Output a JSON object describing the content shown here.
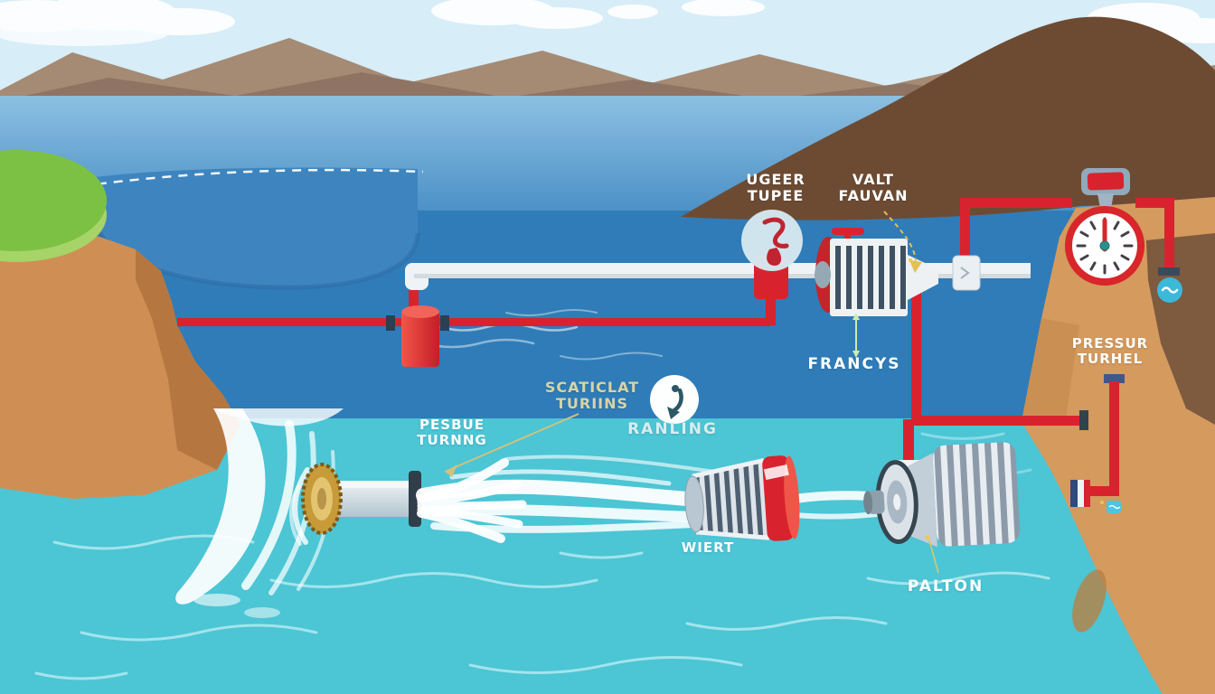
{
  "labels": {
    "upper_pipe": {
      "line1": "UGEER",
      "line2": "TUPEE"
    },
    "valve": {
      "line1": "VALT",
      "line2": "FAUVAN"
    },
    "francis_turbine": {
      "text": "FRANCYS"
    },
    "scaticlat_turbines": {
      "line1": "SCATICLAT",
      "line2": "TURIINS"
    },
    "pressure_turbine": {
      "line1": "PESBUE",
      "line2": "TURNNG"
    },
    "ranling": {
      "text": "RANLING"
    },
    "wiert": {
      "text": "WIERT"
    },
    "pelton_turbine": {
      "text": "PALTON"
    },
    "pressure_tunnel": {
      "line1": "PRESSUR",
      "line2": "TURHEL"
    }
  },
  "icons": {
    "reservoir_marker": "red-squiggle-icon",
    "flow_marker": "down-arrow-circle-icon",
    "gauge": "pressure-gauge-icon",
    "wave_marker": "wave-circle-icon",
    "outlet_marker": "wave-square-icon"
  },
  "colors": {
    "pipe_red": "#d8232e",
    "deep_water": "#2f7cb8",
    "lake_blue": "#4a8fc5",
    "tailwater": "#4cc5d5",
    "hill_brown": "#6d4b33",
    "rock_tan": "#d49a5e",
    "cliff_orange": "#cf8f54",
    "grass_green": "#7cc143",
    "label_white": "#ffffff",
    "khaki_label": "#d8d4a4"
  }
}
